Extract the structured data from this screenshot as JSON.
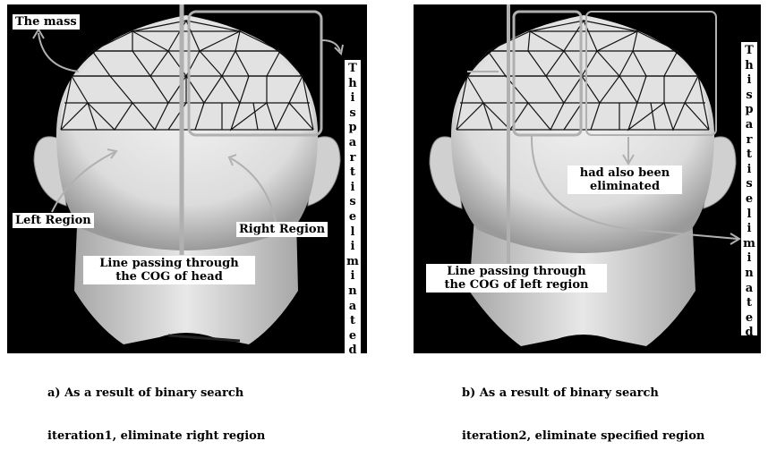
{
  "panel_a": {
    "label_mass": "The mass",
    "label_left_region": "Left Region",
    "label_right_region": "Right Region",
    "label_cog_line1": "Line passing through",
    "label_cog_line2": "the COG of head",
    "vertical_text": "This part is eliminated",
    "caption_line1": "a) As a result of binary search",
    "caption_line2": "iteration1, eliminate right region"
  },
  "panel_b": {
    "label_also_line1": "had also been",
    "label_also_line2": "eliminated",
    "label_cog_line1": "Line passing through",
    "label_cog_line2": "the COG of left region",
    "vertical_text": "This part is eliminated",
    "caption_line1": "b) As a result of binary search",
    "caption_line2": "iteration2, eliminate specified region"
  },
  "colors": {
    "background": "#000000",
    "head": "#e6e6e6",
    "mesh": "#111111",
    "annotation": "#b0b0b0"
  }
}
